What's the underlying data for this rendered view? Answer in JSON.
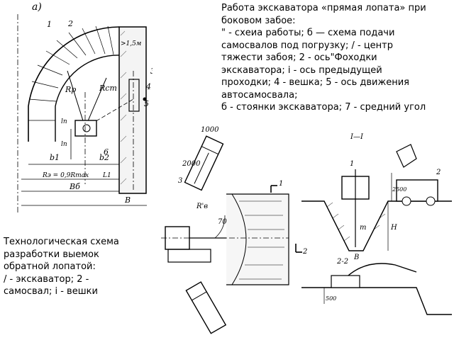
{
  "captions": {
    "top_right": [
      "Работа экскаватора «прямая лопата» при",
      "боковом забое:",
      "\" - схеиа работы; б — схема подачи",
      "самосвалов под погрузку; / - центр",
      "тяжести забоя; 2 - ось\"Фоходки",
      "экскаватора; i - ось предыдущей",
      "проходки; 4 - вешка; 5 - ось движения",
      "автосамосвала;",
      "б - стоянки экскаватора; 7 - средний угол"
    ],
    "bottom_left": [
      "Технологическая схема",
      "разработки выемок",
      "обратной лопатой:",
      "/ - экскаватор; 2 -",
      "самосвал; i - вешки"
    ]
  },
  "figure_a": {
    "panel_label": "а)",
    "labels": {
      "l1": "1",
      "l2": "2",
      "l3": "3",
      "l4": "4",
      "l5": "5",
      "l6": "6",
      "dist": ">1,5м",
      "rp": "Rp",
      "rst": "Rст",
      "ln": "ln",
      "lp": "lп",
      "b1": "b1",
      "b2": "b2",
      "re": "Rэ = 0,9Rmax",
      "l1b": "L1",
      "bb": "Bб",
      "b": "B"
    }
  },
  "figure_b": {
    "labels": {
      "d1000": "1000",
      "d2000": "2000",
      "n3": "3",
      "rb": "R'в",
      "ang": "70",
      "mark1": "1",
      "mark2": "2",
      "sec11": "I—I",
      "sec22": "2-2",
      "h2500": "2500",
      "h500": "500",
      "hh": "H",
      "bb": "B",
      "mm": "m",
      "n1": "1",
      "n2": "2"
    }
  }
}
